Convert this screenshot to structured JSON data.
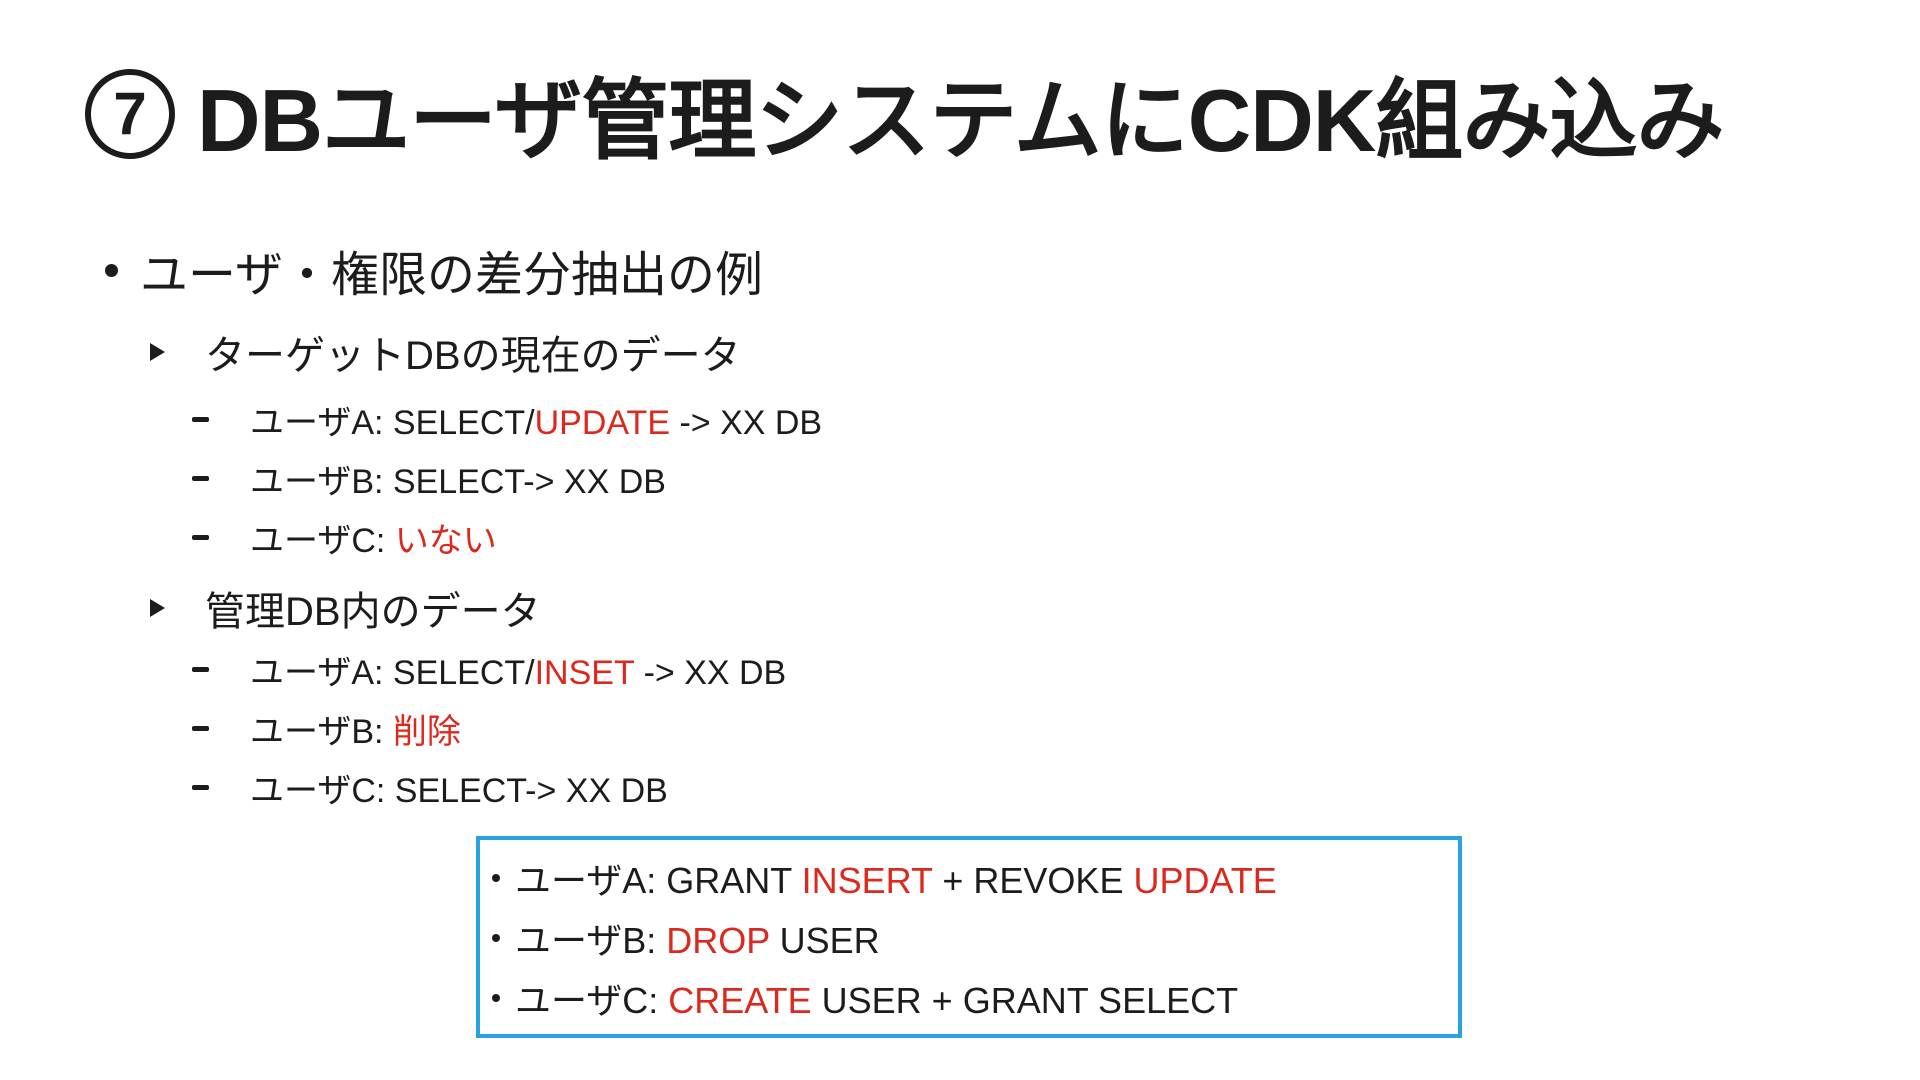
{
  "colors": {
    "background": "#FFFFFF",
    "text": "#1C1C1C",
    "accent_red": "#DC291E",
    "box_border": "#2BA1E1"
  },
  "title": {
    "badge": "7",
    "text": "DBユーザ管理システムにCDK組み込み"
  },
  "outline": {
    "level1": "ユーザ・権限の差分抽出の例",
    "groups": [
      {
        "header": "ターゲットDBの現在のデータ",
        "items": [
          {
            "segments": [
              {
                "t": "ユーザA: SELECT/",
                "c": "black"
              },
              {
                "t": "UPDATE",
                "c": "red"
              },
              {
                "t": " -> XX DB",
                "c": "black"
              }
            ]
          },
          {
            "segments": [
              {
                "t": "ユーザB: SELECT-> XX DB",
                "c": "black"
              }
            ]
          },
          {
            "segments": [
              {
                "t": "ユーザC: ",
                "c": "black"
              },
              {
                "t": "いない",
                "c": "red"
              }
            ]
          }
        ]
      },
      {
        "header": "管理DB内のデータ",
        "items": [
          {
            "segments": [
              {
                "t": "ユーザA: SELECT/",
                "c": "black"
              },
              {
                "t": "INSET",
                "c": "red"
              },
              {
                "t": " -> XX DB",
                "c": "black"
              }
            ]
          },
          {
            "segments": [
              {
                "t": "ユーザB: ",
                "c": "black"
              },
              {
                "t": "削除",
                "c": "red"
              }
            ]
          },
          {
            "segments": [
              {
                "t": "ユーザC: SELECT-> XX DB",
                "c": "black"
              }
            ]
          }
        ]
      }
    ]
  },
  "result_box": {
    "items": [
      {
        "segments": [
          {
            "t": "ユーザA: GRANT ",
            "c": "black"
          },
          {
            "t": "INSERT",
            "c": "red"
          },
          {
            "t": " + REVOKE ",
            "c": "black"
          },
          {
            "t": "UPDATE",
            "c": "red"
          }
        ]
      },
      {
        "segments": [
          {
            "t": "ユーザB: ",
            "c": "black"
          },
          {
            "t": "DROP",
            "c": "red"
          },
          {
            "t": " USER",
            "c": "black"
          }
        ]
      },
      {
        "segments": [
          {
            "t": "ユーザC: ",
            "c": "black"
          },
          {
            "t": "CREATE",
            "c": "red"
          },
          {
            "t": " USER + GRANT SELECT",
            "c": "black"
          }
        ]
      }
    ]
  }
}
